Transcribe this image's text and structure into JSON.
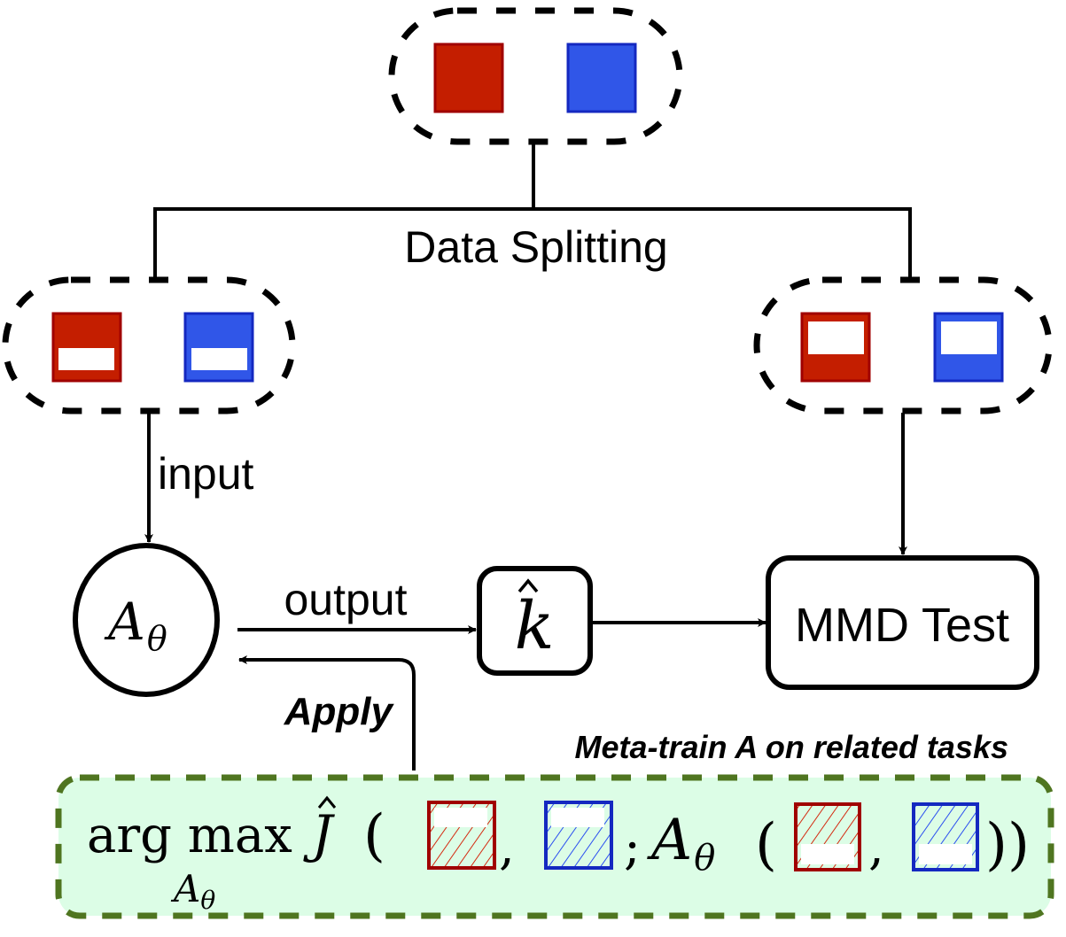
{
  "colors": {
    "red_fill": "#c41e00",
    "red_stroke": "#a00000",
    "blue_fill": "#3056e8",
    "blue_stroke": "#1428c0",
    "green_border": "#4f7520",
    "green_bg": "#dcfde6",
    "line": "#000000"
  },
  "labels": {
    "data_splitting": "Data Splitting",
    "input": "input",
    "output": "output",
    "apply": "Apply",
    "meta_train": "Meta-train A on related tasks",
    "mmd_test": "MMD Test",
    "algorithm_node": "A",
    "algorithm_subscript": "θ",
    "kernel_hat": "k"
  },
  "objective": {
    "operator": "arg max",
    "operator_subscript": "A",
    "operator_subscript_sub": "θ",
    "function": "J",
    "open_paren": "(",
    "comma": ",",
    "semicolon": ";",
    "inner_function": "A",
    "inner_subscript": "θ",
    "close_parens": "))"
  },
  "groups": {
    "full_data": "full sample pair (red, blue)",
    "train_split": "training split pair",
    "test_split": "test split pair"
  }
}
